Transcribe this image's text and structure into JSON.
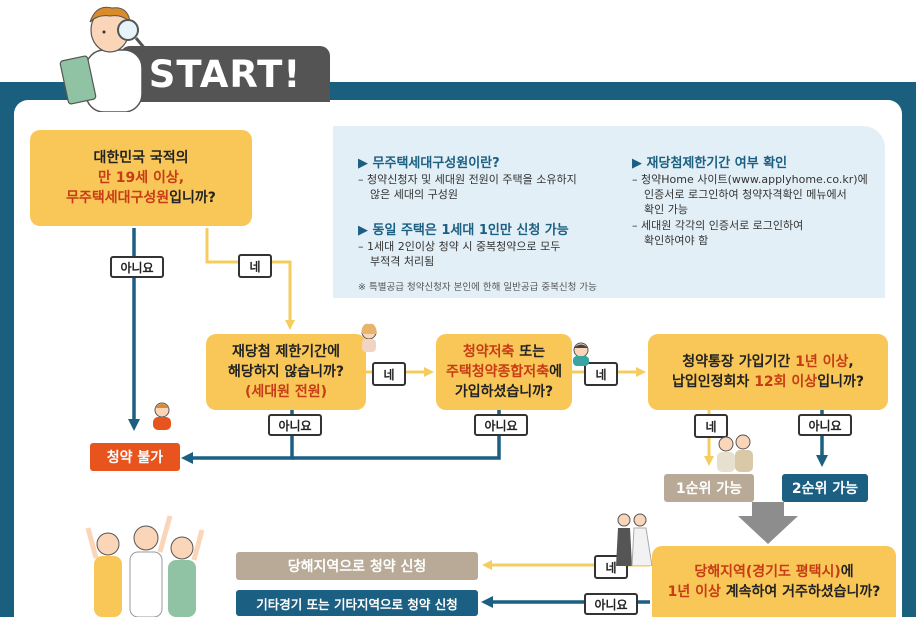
{
  "header": {
    "start_label": "START!"
  },
  "q1": {
    "line1": "대한민국 국적의",
    "line2": "만 19세 이상,",
    "line3_hl": "무주택세대구성원",
    "line3_rest": "입니까?"
  },
  "q2": {
    "line1": "재당첨 제한기간에",
    "line2": "해당하지 않습니까?",
    "line3": "(세대원 전원)"
  },
  "q3": {
    "line1_hl": "청약저축",
    "line1_rest": " 또는",
    "line2_hl": "주택청약종합저축",
    "line2_rest": "에",
    "line3": "가입하셨습니까?"
  },
  "q4": {
    "line1_a": "청약통장 가입기간 ",
    "line1_hl": "1년 이상",
    "line1_b": ",",
    "line2_a": "납입인정회차 ",
    "line2_hl": "12회 이상",
    "line2_b": "입니까?"
  },
  "q5": {
    "line1_hl": "당해지역(경기도 평택시)",
    "line1_rest": "에",
    "line2_hl": "1년 이상",
    "line2_rest": " 계속하여 거주하셨습니까?"
  },
  "info": {
    "left": {
      "h1": "▶ 무주택세대구성원이란?",
      "t1a": "– 청약신청자 및 세대원 전원이 주택을 소유하지",
      "t1b": "않은 세대의 구성원",
      "h2": "▶ 동일 주택은 1세대 1인만 신청 가능",
      "t2a": "– 1세대 2인이상 청약 시 중복청약으로 모두",
      "t2b": "부적격 처리됨",
      "note": "※ 특별공급 청약신청자 본인에 한해 일반공급 중복신청 가능"
    },
    "right": {
      "h1": "▶ 재당첨제한기간 여부 확인",
      "t1a": "– 청약Home 사이트(www.applyhome.co.kr)에",
      "t1b": "인증서로 로그인하여 청약자격확인 메뉴에서",
      "t1c": "확인 가능",
      "t2a": "– 세대원 각각의 인증서로 로그인하여",
      "t2b": "확인하여야 함"
    }
  },
  "tags": {
    "yes": "네",
    "no": "아니요"
  },
  "results": {
    "not_allowed": "청약 불가",
    "rank1": "1순위 가능",
    "rank2": "2순위 가능",
    "local": "당해지역으로 청약 신청",
    "other": "기타경기 또는 기타지역으로 청약 신청"
  },
  "colors": {
    "frame": "#1a5f7e",
    "question": "#f9c757",
    "highlight": "#c73b16",
    "no_arrow": "#1b5f82",
    "yes_arrow": "#f5cc5f",
    "not_allowed": "#e8541e",
    "rank1": "#b9aa97",
    "rank2": "#1b5f82"
  }
}
